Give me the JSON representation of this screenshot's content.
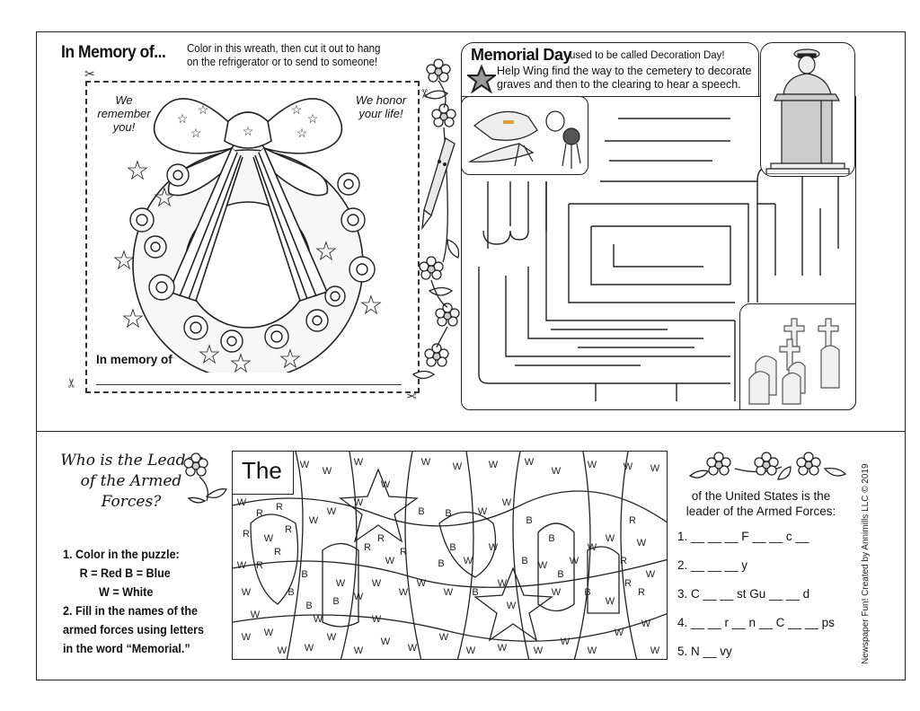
{
  "wreath": {
    "title": "In Memory of...",
    "instructions": "Color in this wreath, then cut it out to hang on the refrigerator or to send to someone!",
    "left_message": "We remember you!",
    "right_message": "We honor your life!",
    "memory_label": "In memory of",
    "icons": [
      "scissors-icon",
      "wreath-illustration",
      "flower-vine-illustration",
      "pencil-character-illustration"
    ]
  },
  "maze": {
    "title": "Memorial Day",
    "subtitle": "used to be called Decoration Day!",
    "instructions": "Help Wing find the way to the cemetery to decorate graves and then to the clearing to hear a speech.",
    "icons": [
      "star-icon",
      "bird-with-wreath-illustration",
      "soldier-at-podium-illustration",
      "cemetery-gravestones-illustration"
    ]
  },
  "puzzle": {
    "question": "Who is the Leader of the Armed Forces?",
    "steps": [
      "1. Color in the puzzle:",
      "R = Red  B = Blue",
      "W = White",
      "2. Fill in the names of the armed forces using letters in the word “Memorial.”"
    ],
    "grid_label": "The",
    "legend": {
      "R": "Red",
      "B": "Blue",
      "W": "White"
    },
    "colors": {
      "red": "#cc2222",
      "blue": "#2244aa",
      "white": "#ffffff"
    }
  },
  "leader": {
    "text": "of the United States is the leader of the Armed Forces:",
    "answers": [
      "1. __ __ __    F __ __ c __",
      "2. __ __ __ y",
      "3. C __ __ st  Gu __ __ d",
      "4. __ __ r __ n __  C __ __ ps",
      "5. N __ vy"
    ]
  },
  "credit": "Newspaper Fun! Created by Annimills LLC © 2019"
}
